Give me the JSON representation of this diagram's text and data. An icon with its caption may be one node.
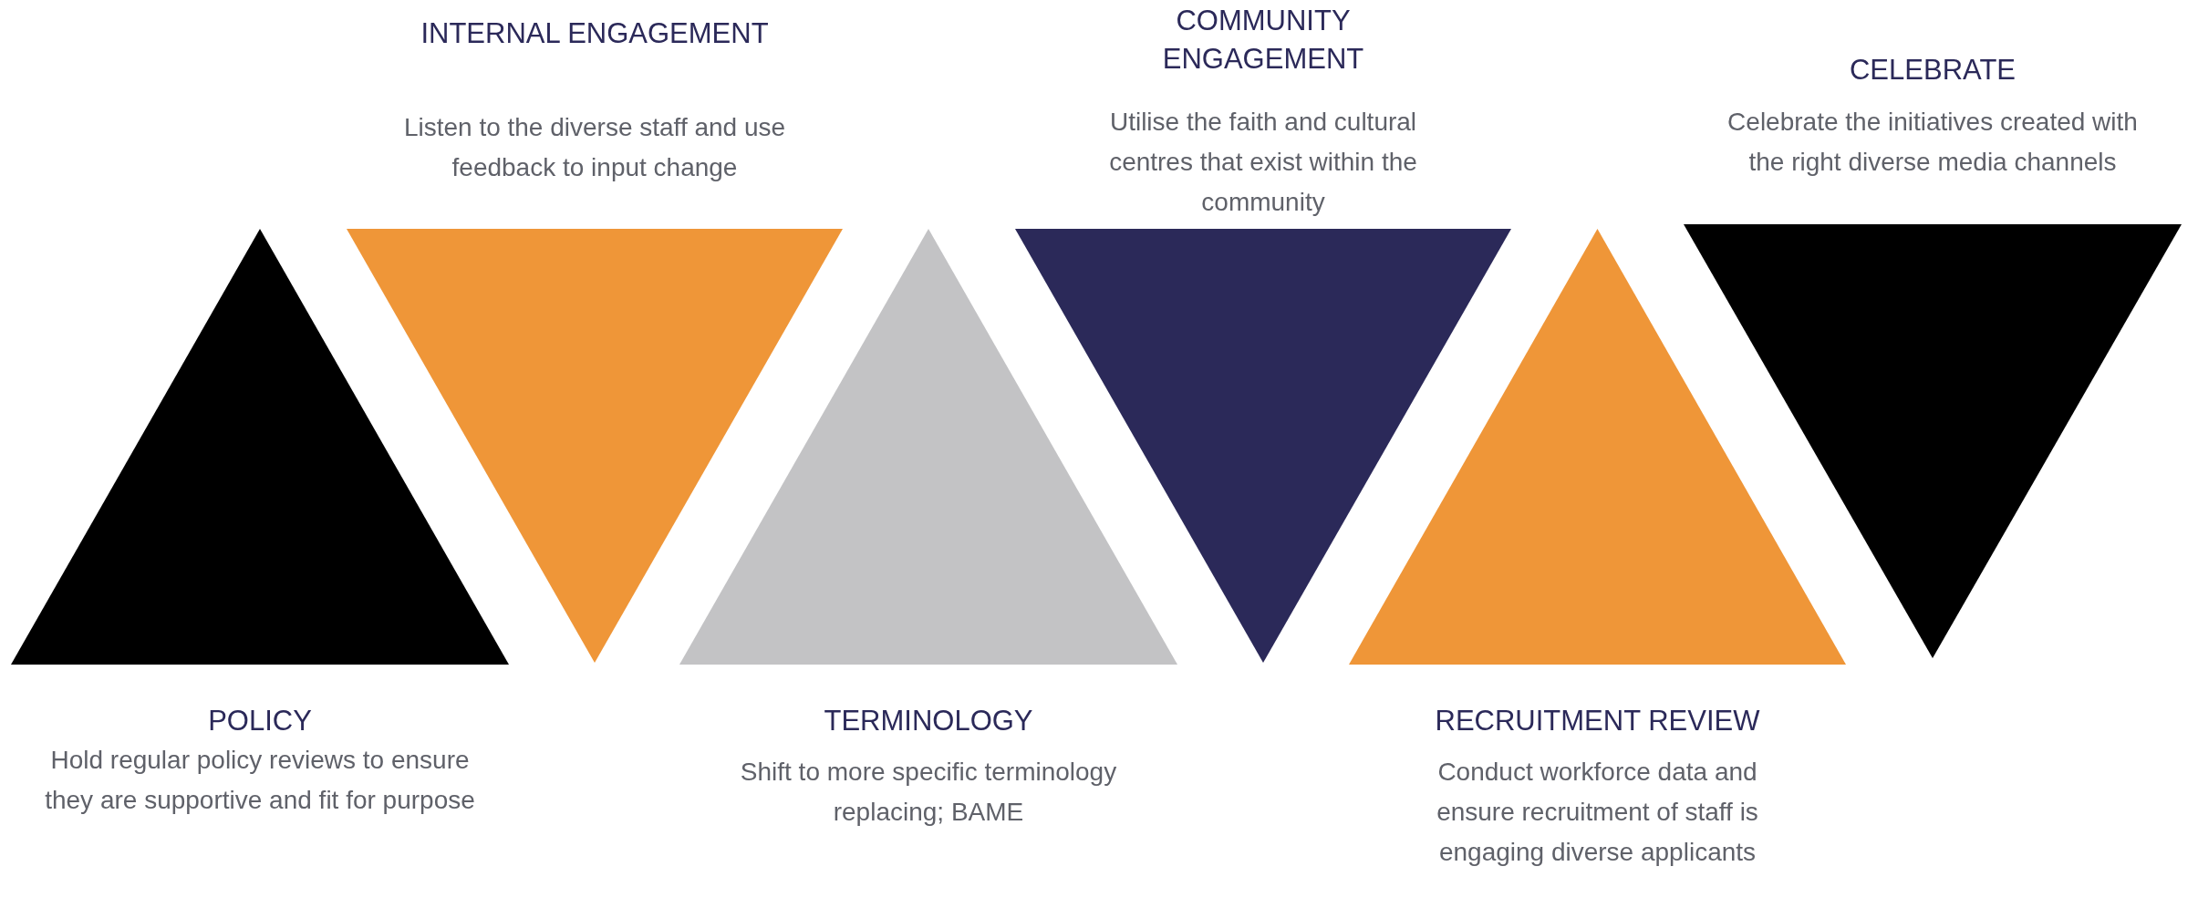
{
  "diagram": {
    "nodes": [
      {
        "text": [
          "POLICY",
          "Hold regular policy reviews to ensure they are supportive and fit for purpose"
        ]
      },
      {
        "text": [
          "INTERNAL ENGAGEMENT",
          "Listen to the diverse staff and use feedback to input change"
        ]
      },
      {
        "text": [
          "TERMINOLOGY",
          "Shift to more specific terminology replacing; BAME"
        ]
      },
      {
        "text": [
          "COMMUNITY ENGAGEMENT",
          "Utilise the faith and cultural centres that exist within the community"
        ]
      },
      {
        "text": [
          "RECRUITMENT REVIEW",
          "Conduct workforce data and ensure recruitment of staff is engaging diverse applicants"
        ]
      },
      {
        "text": [
          "CELEBRATE",
          "Celebrate the initiatives created with the right diverse media channels"
        ]
      }
    ]
  }
}
